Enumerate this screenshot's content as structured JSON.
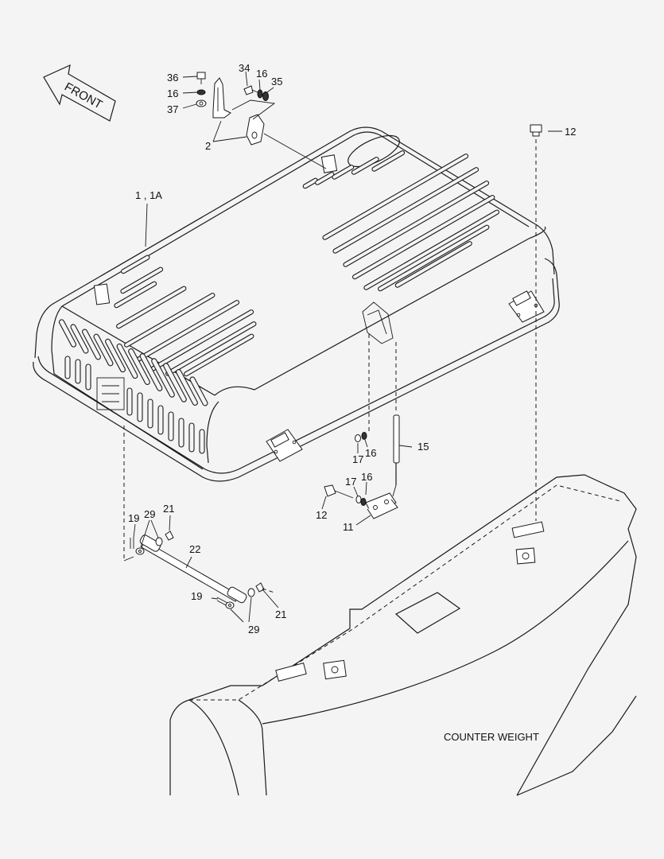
{
  "arrow_label": "FRONT",
  "part_labels": {
    "p36": "36",
    "p16a": "16",
    "p37": "37",
    "p34": "34",
    "p16b": "16",
    "p35": "35",
    "p2": "2",
    "p12a": "12",
    "p1": "1 , 1A",
    "p15": "15",
    "p17a": "17",
    "p16c": "16",
    "p17b": "17",
    "p16d": "16",
    "p12b": "12",
    "p11": "11",
    "p19a": "19",
    "p29a": "29",
    "p21a": "21",
    "p22": "22",
    "p19b": "19",
    "p21b": "21",
    "p29b": "29"
  },
  "counterweight_label": "COUNTER WEIGHT"
}
